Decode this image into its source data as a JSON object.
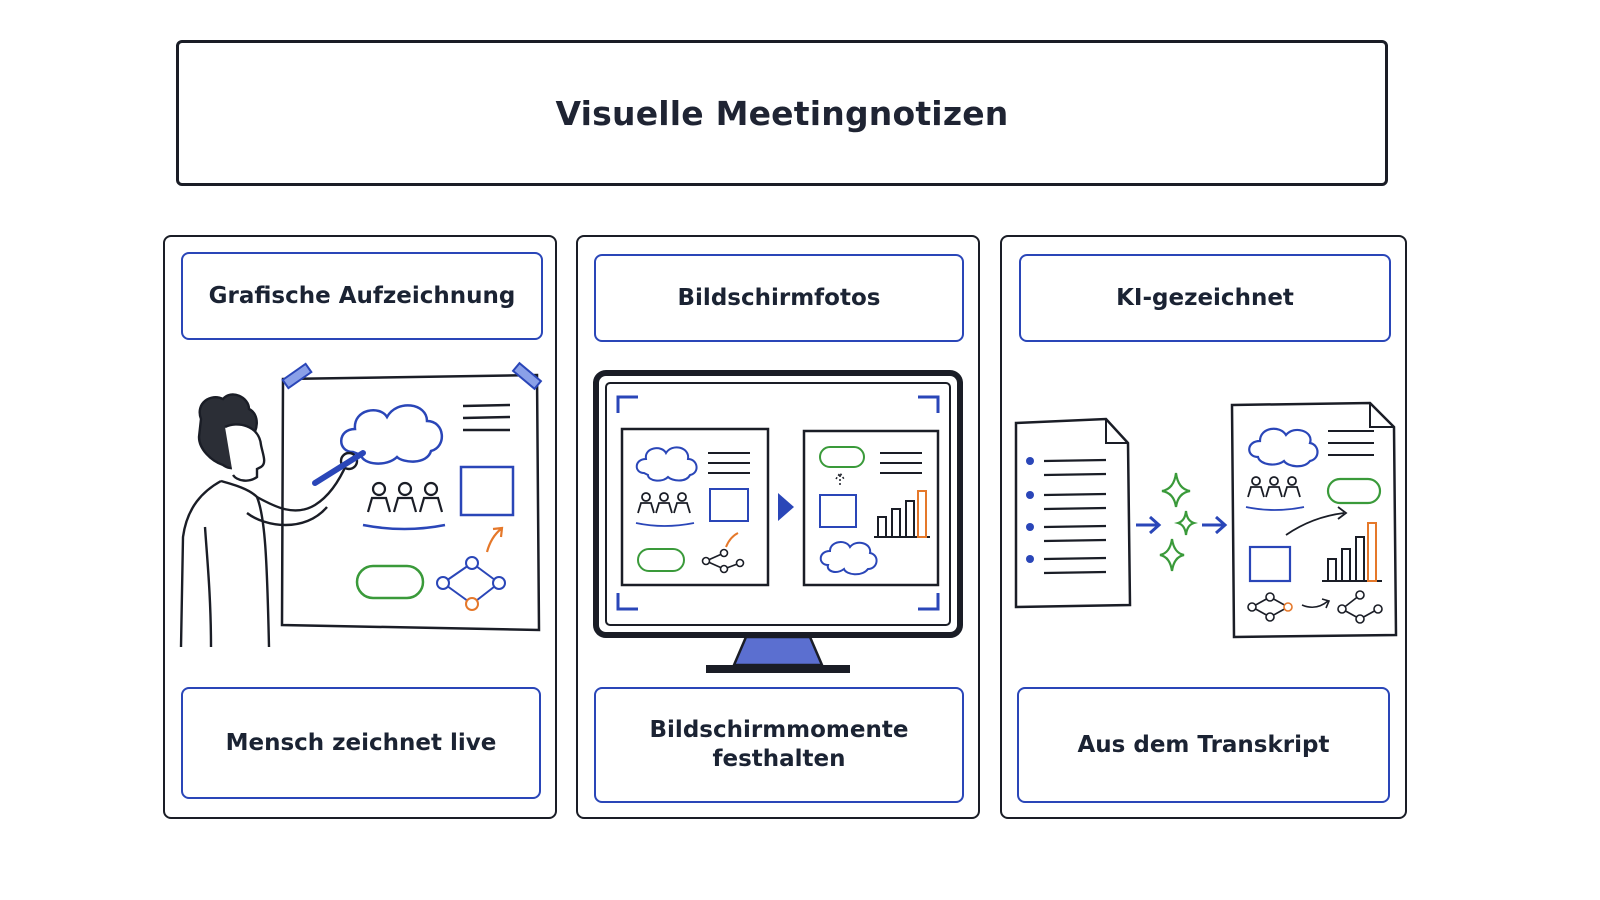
{
  "title": "Visuelle Meetingnotizen",
  "colors": {
    "ink": "#1a1d26",
    "blue_accent": "#2a46b8",
    "green_accent": "#3a9a3a",
    "orange_accent": "#e5782a"
  },
  "panels": [
    {
      "heading": "Grafische Aufzeichnung",
      "caption": "Mensch zeichnet live",
      "illustration": "person-drawing-on-whiteboard"
    },
    {
      "heading": "Bildschirmfotos",
      "caption": "Bildschirmmomente festhalten",
      "illustration": "monitor-with-screenshots"
    },
    {
      "heading": "KI-gezeichnet",
      "caption": "Aus dem Transkript",
      "illustration": "transcript-to-visual-notes"
    }
  ]
}
